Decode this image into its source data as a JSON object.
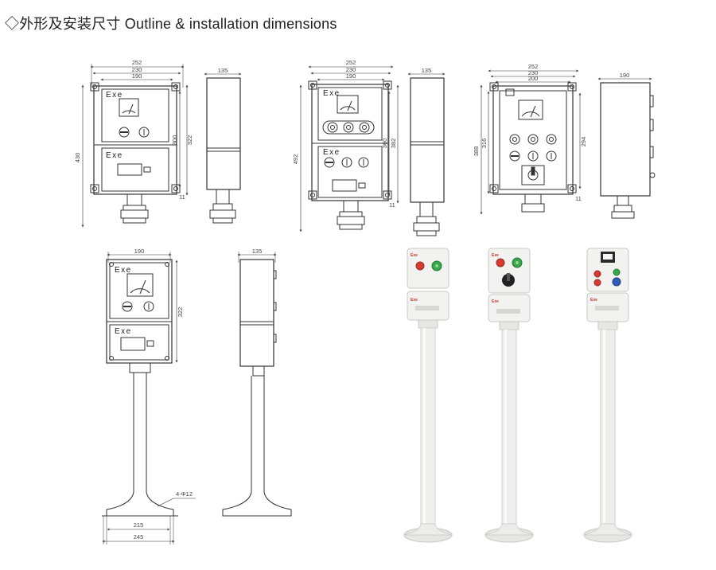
{
  "header": {
    "diamond": "◇",
    "title": "外形及安装尺寸 Outline & installation dimensions"
  },
  "drawing1": {
    "w_total": "252",
    "w_mid": "230",
    "w_inner": "190",
    "h_total": "430",
    "h_box": "322",
    "h_inner": "300",
    "depth": "135",
    "small": "11",
    "exe_top": "Exe",
    "exe_bottom": "Exe"
  },
  "drawing2": {
    "w_total": "252",
    "w_mid": "230",
    "w_inner": "190",
    "h_total": "492",
    "h_box": "382",
    "h_inner": "360",
    "depth": "135",
    "small": "11",
    "exe_top": "Exe",
    "exe_bottom": "Exe"
  },
  "drawing3": {
    "w_total": "252",
    "w_mid": "230",
    "w_inner": "200",
    "h_total": "388",
    "h_box": "316",
    "h_inner": "294",
    "depth": "190",
    "small": "11"
  },
  "drawing4": {
    "w_inner": "190",
    "h_box": "322",
    "depth": "135",
    "hole": "4-Φ12",
    "base_inner": "215",
    "base_outer": "245",
    "exe_top": "Exe",
    "exe_bottom": "Exe"
  },
  "photos": {
    "exe_label": "Exe",
    "colors": {
      "red": "#d63b30",
      "green": "#3aa64a",
      "body": "#f2f2f0",
      "pole": "#eeeeec"
    }
  }
}
